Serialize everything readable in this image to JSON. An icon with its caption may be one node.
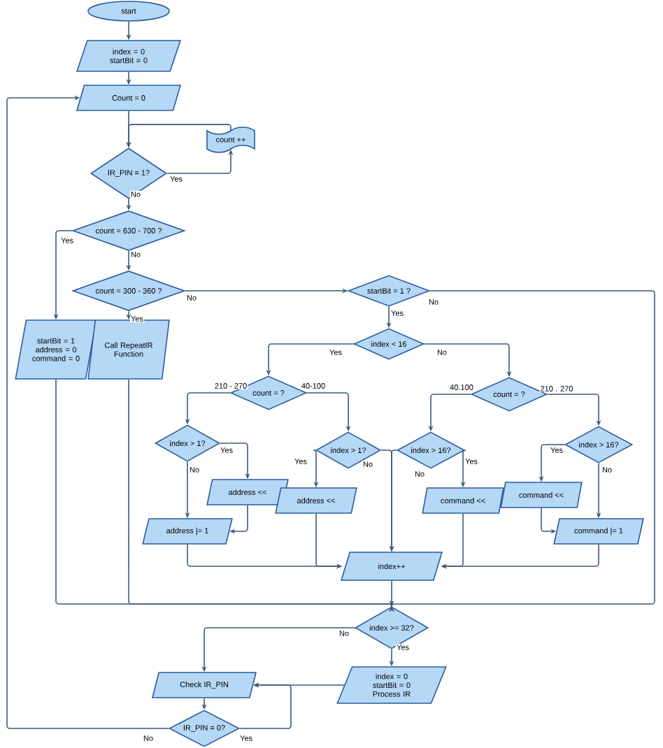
{
  "diagram": {
    "nodes": [
      {
        "text": [
          "start"
        ]
      },
      {
        "text": [
          "index = 0 startBit = 0"
        ]
      },
      {
        "text": [
          "Count = 0"
        ]
      },
      {
        "text": [
          "IR_PIN = 1?"
        ]
      },
      {
        "text": [
          "count ++"
        ]
      },
      {
        "text": [
          "count = 630 - 700 ?"
        ]
      },
      {
        "text": [
          "count = 300 - 360 ?"
        ]
      },
      {
        "text": [
          "startBit = 1 address = 0 command = 0"
        ]
      },
      {
        "text": [
          "Call RepeatIR Function"
        ]
      },
      {
        "text": [
          "startBit = 1 ?"
        ]
      },
      {
        "text": [
          "index < 16"
        ]
      },
      {
        "text": [
          "count = ?"
        ]
      },
      {
        "text": [
          "count = ?"
        ]
      },
      {
        "text": [
          "index > 1?"
        ]
      },
      {
        "text": [
          "index > 1?"
        ]
      },
      {
        "text": [
          "index > 16?"
        ]
      },
      {
        "text": [
          "index > 16?"
        ]
      },
      {
        "text": [
          "address <<"
        ]
      },
      {
        "text": [
          "address |= 1"
        ]
      },
      {
        "text": [
          "address <<"
        ]
      },
      {
        "text": [
          "command <<"
        ]
      },
      {
        "text": [
          "command <<"
        ]
      },
      {
        "text": [
          "command |= 1"
        ]
      },
      {
        "text": [
          "index++"
        ]
      },
      {
        "text": [
          "index >= 32?"
        ]
      },
      {
        "text": [
          "index = 0 startBit = 0 Process IR"
        ]
      },
      {
        "text": [
          "Check IR_PIN"
        ]
      },
      {
        "text": [
          "IR_PIN = 0?"
        ]
      }
    ],
    "edges": [
      {
        "from": 0,
        "to": 1,
        "arrow": "to"
      },
      {
        "from": 1,
        "to": 2,
        "arrow": "to"
      },
      {
        "from": 2,
        "to": 3,
        "arrow": "to"
      },
      {
        "from": 3,
        "to": 4,
        "arrow": "to",
        "label": "Yes"
      },
      {
        "from": 4,
        "to": 3,
        "arrow": "to"
      },
      {
        "from": 3,
        "to": 5,
        "arrow": "to",
        "label": "No"
      },
      {
        "from": 5,
        "to": 7,
        "arrow": "to",
        "label": "Yes"
      },
      {
        "from": 5,
        "to": 6,
        "arrow": "to",
        "label": "No"
      },
      {
        "from": 6,
        "to": 8,
        "arrow": "to",
        "label": "Yes"
      },
      {
        "from": 6,
        "to": 9,
        "arrow": "to",
        "label": "No"
      },
      {
        "from": 9,
        "to": 10,
        "arrow": "to",
        "label": "Yes"
      },
      {
        "from": 9,
        "to": 24,
        "arrow": "to",
        "label": "No"
      },
      {
        "from": 10,
        "to": 11,
        "arrow": "to",
        "label": "Yes"
      },
      {
        "from": 10,
        "to": 12,
        "arrow": "to",
        "label": "No"
      },
      {
        "from": 11,
        "to": 13,
        "arrow": "to",
        "label": "210 - 270"
      },
      {
        "from": 11,
        "to": 14,
        "arrow": "to",
        "label": "40-100"
      },
      {
        "from": 12,
        "to": 15,
        "arrow": "to",
        "label": "40.100"
      },
      {
        "from": 12,
        "to": 16,
        "arrow": "to",
        "label": "210 . 270"
      },
      {
        "from": 13,
        "to": 17,
        "arrow": "to",
        "label": "Yes"
      },
      {
        "from": 13,
        "to": 18,
        "arrow": "to",
        "label": "No"
      },
      {
        "from": 14,
        "to": 19,
        "arrow": "to",
        "label": "Yes"
      },
      {
        "from": 14,
        "to": 23,
        "arrow": "to",
        "label": "No"
      },
      {
        "from": 15,
        "to": 20,
        "arrow": "to",
        "label": "Yes"
      },
      {
        "from": 15,
        "to": 23,
        "arrow": "to",
        "label": "No"
      },
      {
        "from": 16,
        "to": 21,
        "arrow": "to",
        "label": "Yes"
      },
      {
        "from": 16,
        "to": 22,
        "arrow": "to",
        "label": "No"
      },
      {
        "from": 17,
        "to": 18,
        "arrow": "to"
      },
      {
        "from": 18,
        "to": 23,
        "arrow": "to"
      },
      {
        "from": 19,
        "to": 23,
        "arrow": "to"
      },
      {
        "from": 20,
        "to": 23,
        "arrow": "to"
      },
      {
        "from": 21,
        "to": 22,
        "arrow": "to"
      },
      {
        "from": 22,
        "to": 23,
        "arrow": "to"
      },
      {
        "from": 23,
        "to": 24,
        "arrow": "to"
      },
      {
        "from": 7,
        "to": 24,
        "arrow": "to"
      },
      {
        "from": 8,
        "to": 24,
        "arrow": "to"
      },
      {
        "from": 24,
        "to": 26,
        "arrow": "to",
        "label": "No"
      },
      {
        "from": 24,
        "to": 25,
        "arrow": "to",
        "label": "Yes"
      },
      {
        "from": 25,
        "to": 26,
        "arrow": "to"
      },
      {
        "from": 26,
        "to": 27,
        "arrow": "to"
      },
      {
        "from": 27,
        "to": 26,
        "arrow": "to",
        "label": "Yes"
      },
      {
        "from": 27,
        "to": 2,
        "arrow": "to",
        "label": "No"
      }
    ]
  }
}
